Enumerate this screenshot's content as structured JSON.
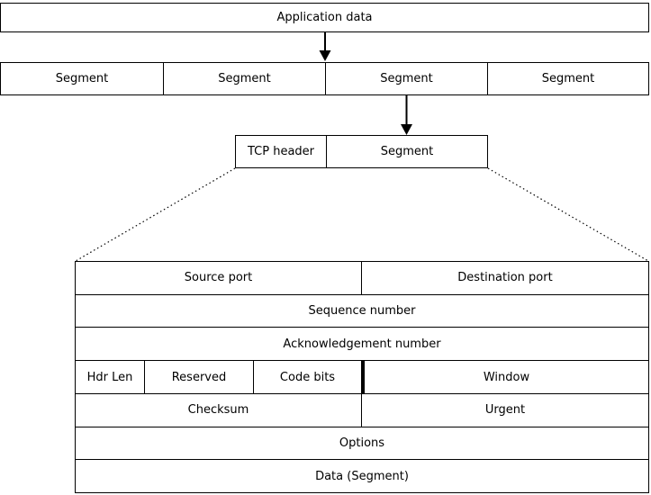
{
  "diagram": {
    "application_box": {
      "label": "Application data"
    },
    "segments_row": {
      "cells": [
        "Segment",
        "Segment",
        "Segment",
        "Segment"
      ]
    },
    "tcp_segment_box": {
      "header_label": "TCP header",
      "segment_label": "Segment"
    },
    "tcp_header_table": {
      "row1": {
        "source_port": "Source port",
        "destination_port": "Destination port"
      },
      "row2": {
        "sequence_number": "Sequence number"
      },
      "row3": {
        "acknowledgement_number": "Acknowledgement number"
      },
      "row4": {
        "hdr_len": "Hdr Len",
        "reserved": "Reserved",
        "code_bits": "Code bits",
        "window": "Window"
      },
      "row5": {
        "checksum": "Checksum",
        "urgent": "Urgent"
      },
      "row6": {
        "options": "Options"
      },
      "row7": {
        "data_segment": "Data (Segment)"
      }
    },
    "colors": {
      "line": "#000000",
      "text": "#000000",
      "background": "#ffffff"
    }
  }
}
